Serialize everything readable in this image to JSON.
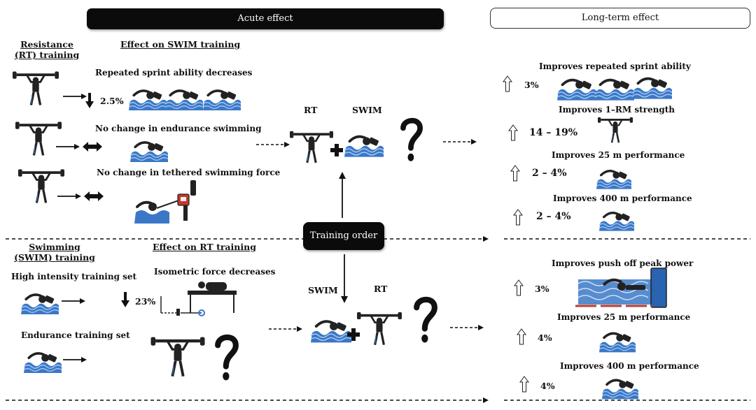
{
  "headers": {
    "acute": "Acute effect",
    "long_term": "Long-term effect",
    "training_order": "Training order"
  },
  "top": {
    "rt_title": "Resistance (RT) training",
    "effect_title": "Effect on SWIM training",
    "rows": [
      {
        "text": "Repeated sprint ability decreases",
        "value": "2.5%",
        "direction": "decrease"
      },
      {
        "text": "No change in endurance swimming",
        "value": "",
        "direction": "no-change"
      },
      {
        "text": "No change in tethered swimming force",
        "value": "",
        "direction": "no-change"
      }
    ],
    "combo": {
      "first": "RT",
      "second": "SWIM"
    },
    "long_term": [
      {
        "text": "Improves repeated sprint ability",
        "value": "3%"
      },
      {
        "text": "Improves 1–RM strength",
        "value": "14 – 19%"
      },
      {
        "text": "Improves 25 m performance",
        "value": "2 – 4%"
      },
      {
        "text": "Improves 400 m performance",
        "value": "2 – 4%"
      }
    ]
  },
  "bottom": {
    "swim_title": "Swimming (SWIM) training",
    "effect_title": "Effect on RT training",
    "rows": [
      {
        "text": "High intensity training set",
        "effect": "Isometric force decreases",
        "value": "23%",
        "direction": "decrease"
      },
      {
        "text": "Endurance training set",
        "effect": "",
        "value": "",
        "direction": "unknown"
      }
    ],
    "combo": {
      "first": "SWIM",
      "second": "RT"
    },
    "long_term": [
      {
        "text": "Improves push off peak power",
        "value": "3%"
      },
      {
        "text": "Improves 25 m performance",
        "value": "4%"
      },
      {
        "text": "Improves 400 m performance",
        "value": "4%"
      }
    ]
  },
  "icons": [
    "weightlifter-icon",
    "swimmer-icon",
    "question-mark-icon",
    "plus-icon",
    "arrow-up-outline-icon",
    "arrow-down-icon",
    "double-arrow-icon",
    "force-gauge-icon",
    "push-off-platform-icon",
    "isometric-bench-icon"
  ]
}
